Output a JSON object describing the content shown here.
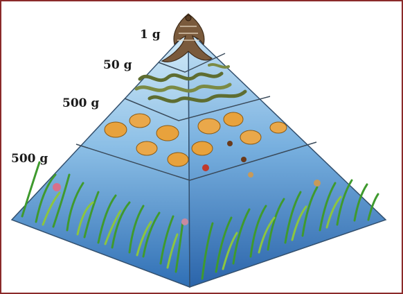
{
  "pyramid": {
    "levels": [
      {
        "label": "1 g",
        "organism_icon": "hawk-icon"
      },
      {
        "label": "50 g",
        "organism_icon": "snake-icon"
      },
      {
        "label": "500 g",
        "organism_icon": "mouse-icon"
      },
      {
        "label": "500 g",
        "organism_icon": "grass-icon"
      }
    ]
  },
  "colors": {
    "frame": "#8b2a2a",
    "sky_light": "#cfe6f5",
    "sky_mid": "#8fc0e6",
    "sky_dark": "#3f7fc0",
    "grass": "#3f9a2e",
    "grass_light": "#8cc63f",
    "mouse": "#e8a23c",
    "snake": "#6b7a3a",
    "hawk": "#7a5a3c"
  }
}
